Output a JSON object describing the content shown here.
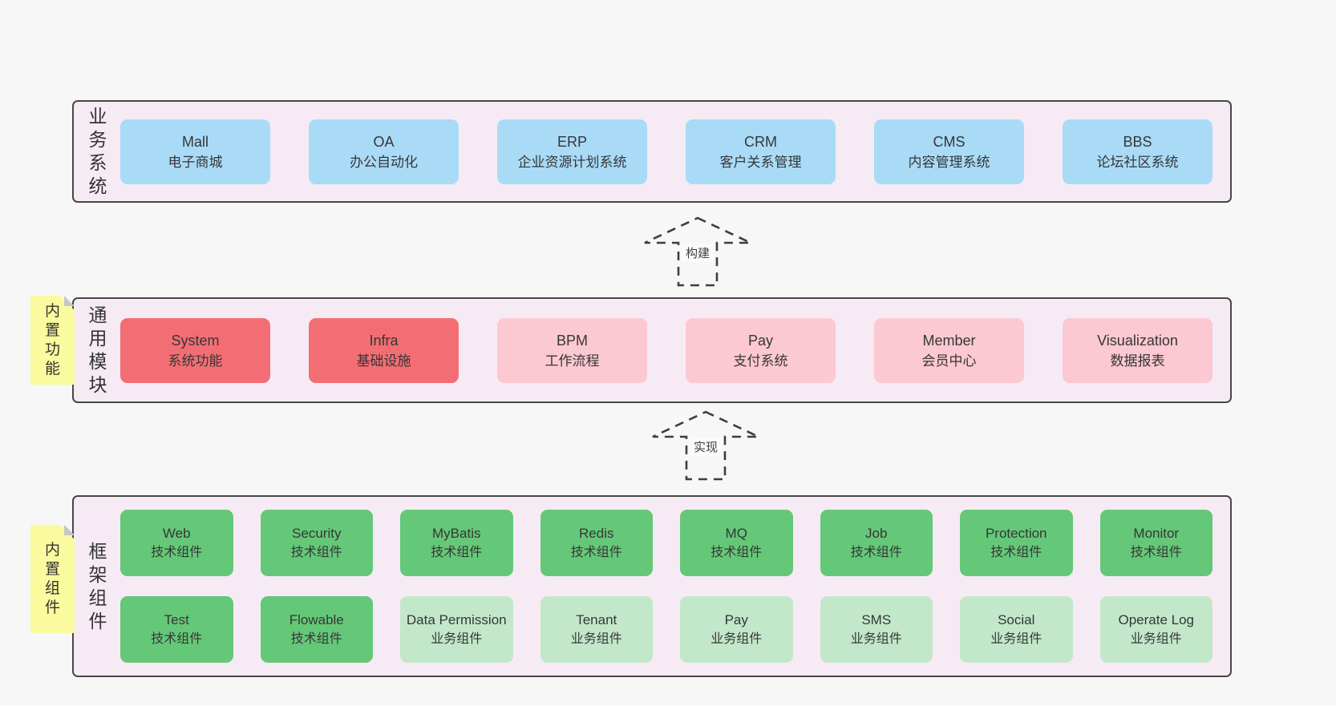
{
  "colors": {
    "page_bg": "#f7f7f7",
    "panel_bg": "#f6ebf4",
    "panel_border": "#474747",
    "blue": "#a9dbf7",
    "red": "#f36e74",
    "pink": "#fcc8d2",
    "green": "#64c878",
    "light_green": "#c2e8c9",
    "sticky": "#fafa9e",
    "text": "#3b3b3b"
  },
  "arrows": [
    {
      "label": "构建"
    },
    {
      "label": "实现"
    }
  ],
  "layers": [
    {
      "label": "业务系统",
      "boxes": [
        {
          "title": "Mall",
          "subtitle": "电子商城",
          "variant": "blue"
        },
        {
          "title": "OA",
          "subtitle": "办公自动化",
          "variant": "blue"
        },
        {
          "title": "ERP",
          "subtitle": "企业资源计划系统",
          "variant": "blue"
        },
        {
          "title": "CRM",
          "subtitle": "客户关系管理",
          "variant": "blue"
        },
        {
          "title": "CMS",
          "subtitle": "内容管理系统",
          "variant": "blue"
        },
        {
          "title": "BBS",
          "subtitle": "论坛社区系统",
          "variant": "blue"
        }
      ]
    },
    {
      "label": "通用模块",
      "sticky": "内置功能",
      "boxes": [
        {
          "title": "System",
          "subtitle": "系统功能",
          "variant": "red"
        },
        {
          "title": "Infra",
          "subtitle": "基础设施",
          "variant": "red"
        },
        {
          "title": "BPM",
          "subtitle": "工作流程",
          "variant": "pink"
        },
        {
          "title": "Pay",
          "subtitle": "支付系统",
          "variant": "pink"
        },
        {
          "title": "Member",
          "subtitle": "会员中心",
          "variant": "pink"
        },
        {
          "title": "Visualization",
          "subtitle": "数据报表",
          "variant": "pink"
        }
      ]
    },
    {
      "label": "框架组件",
      "sticky": "内置组件",
      "rows": [
        [
          {
            "title": "Web",
            "subtitle": "技术组件",
            "variant": "green"
          },
          {
            "title": "Security",
            "subtitle": "技术组件",
            "variant": "green"
          },
          {
            "title": "MyBatis",
            "subtitle": "技术组件",
            "variant": "green"
          },
          {
            "title": "Redis",
            "subtitle": "技术组件",
            "variant": "green"
          },
          {
            "title": "MQ",
            "subtitle": "技术组件",
            "variant": "green"
          },
          {
            "title": "Job",
            "subtitle": "技术组件",
            "variant": "green"
          },
          {
            "title": "Protection",
            "subtitle": "技术组件",
            "variant": "green"
          },
          {
            "title": "Monitor",
            "subtitle": "技术组件",
            "variant": "green"
          }
        ],
        [
          {
            "title": "Test",
            "subtitle": "技术组件",
            "variant": "green"
          },
          {
            "title": "Flowable",
            "subtitle": "技术组件",
            "variant": "green"
          },
          {
            "title": "Data Permission",
            "subtitle": "业务组件",
            "variant": "lgreen"
          },
          {
            "title": "Tenant",
            "subtitle": "业务组件",
            "variant": "lgreen"
          },
          {
            "title": "Pay",
            "subtitle": "业务组件",
            "variant": "lgreen"
          },
          {
            "title": "SMS",
            "subtitle": "业务组件",
            "variant": "lgreen"
          },
          {
            "title": "Social",
            "subtitle": "业务组件",
            "variant": "lgreen"
          },
          {
            "title": "Operate Log",
            "subtitle": "业务组件",
            "variant": "lgreen"
          }
        ]
      ]
    }
  ]
}
